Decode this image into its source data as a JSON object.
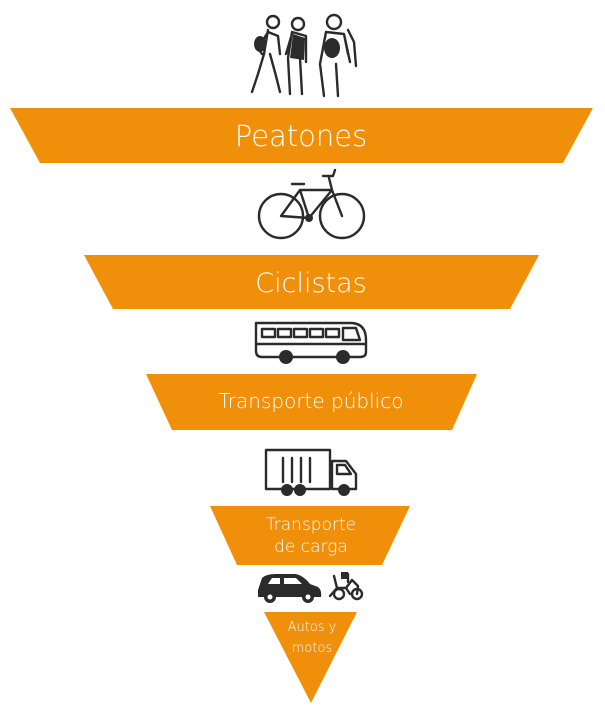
{
  "diagram": {
    "color": "#F0900A",
    "levels": [
      {
        "label": "Peatones",
        "icon": "pedestrians-icon"
      },
      {
        "label": "Ciclistas",
        "icon": "bicycle-icon"
      },
      {
        "label": "Transporte público",
        "icon": "bus-icon"
      },
      {
        "label_line1": "Transporte",
        "label_line2": "de carga",
        "icon": "truck-icon"
      },
      {
        "label_line1": "Autos y",
        "label_line2": "motos",
        "icons": [
          "car-icon",
          "scooter-icon"
        ]
      }
    ]
  }
}
